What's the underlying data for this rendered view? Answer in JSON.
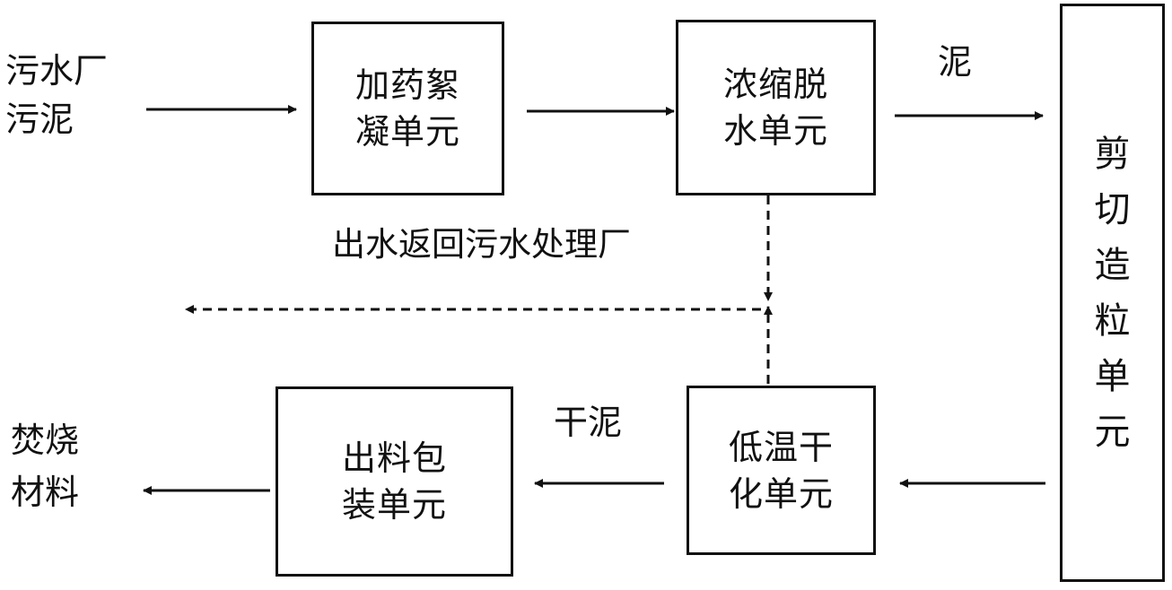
{
  "diagram": {
    "inputs": {
      "plant_sludge": "污水厂\n污泥"
    },
    "nodes": {
      "flocculation": "加药絮\n凝单元",
      "thickening": "浓缩脱\n水单元",
      "granulation": "剪\n切\n造\n粒\n单\n元",
      "drying": "低温干\n化单元",
      "packaging": "出料包\n装单元"
    },
    "labels": {
      "sludge": "泥",
      "water_return": "出水返回污水处理厂",
      "dry_sludge": "干泥",
      "incineration": "焚烧\n材料"
    }
  }
}
